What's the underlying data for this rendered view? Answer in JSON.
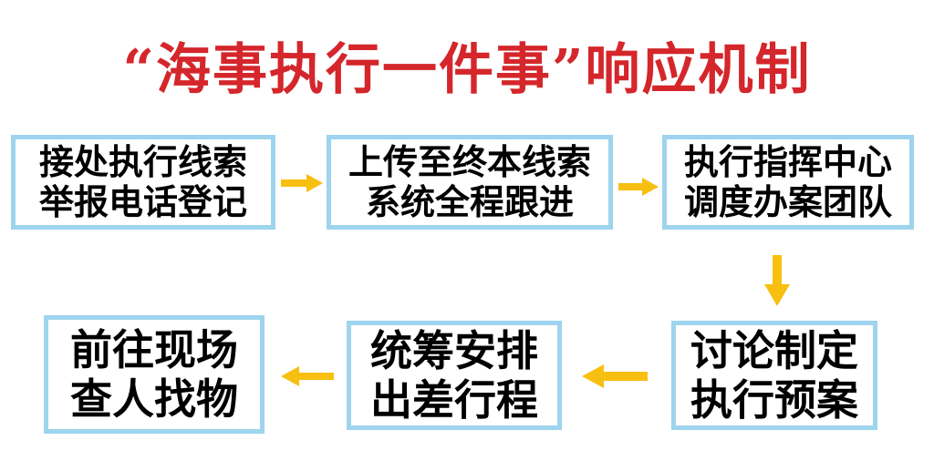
{
  "title": "“海事执行一件事”响应机制",
  "steps": [
    {
      "lines": [
        "接处执行线索",
        "举报电话登记"
      ]
    },
    {
      "lines": [
        "上传至终本线索",
        "系统全程跟进"
      ]
    },
    {
      "lines": [
        "执行指挥中心",
        "调度办案团队"
      ]
    },
    {
      "lines": [
        "讨论制定",
        "执行预案"
      ]
    },
    {
      "lines": [
        "统筹安排",
        "出差行程"
      ]
    },
    {
      "lines": [
        "前往现场",
        "查人找物"
      ]
    }
  ],
  "colors": {
    "title": "#d4262b",
    "box_border": "#9ed4ee",
    "arrow": "#f7bf10",
    "text": "#000000"
  }
}
